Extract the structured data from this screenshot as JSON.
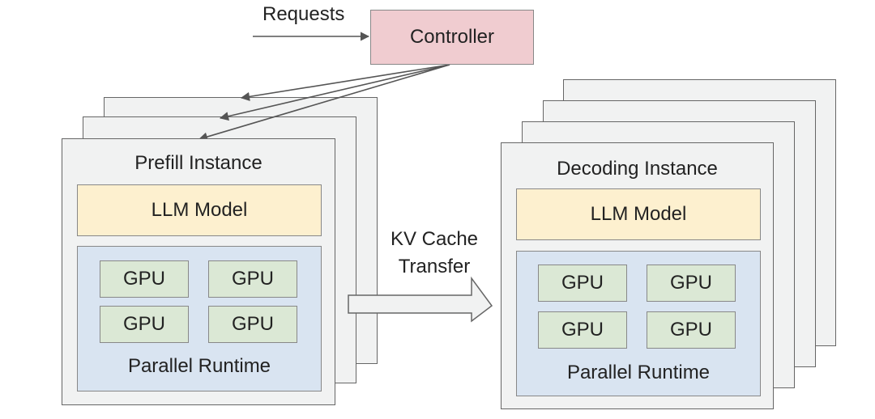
{
  "requests_label": "Requests",
  "controller_label": "Controller",
  "prefill": {
    "title": "Prefill Instance",
    "model_label": "LLM Model",
    "gpus": [
      "GPU",
      "GPU",
      "GPU",
      "GPU"
    ],
    "runtime_label": "Parallel Runtime"
  },
  "decoding": {
    "title": "Decoding Instance",
    "model_label": "LLM Model",
    "gpus": [
      "GPU",
      "GPU",
      "GPU",
      "GPU"
    ],
    "runtime_label": "Parallel Runtime"
  },
  "transfer_label_line1": "KV Cache",
  "transfer_label_line2": "Transfer"
}
